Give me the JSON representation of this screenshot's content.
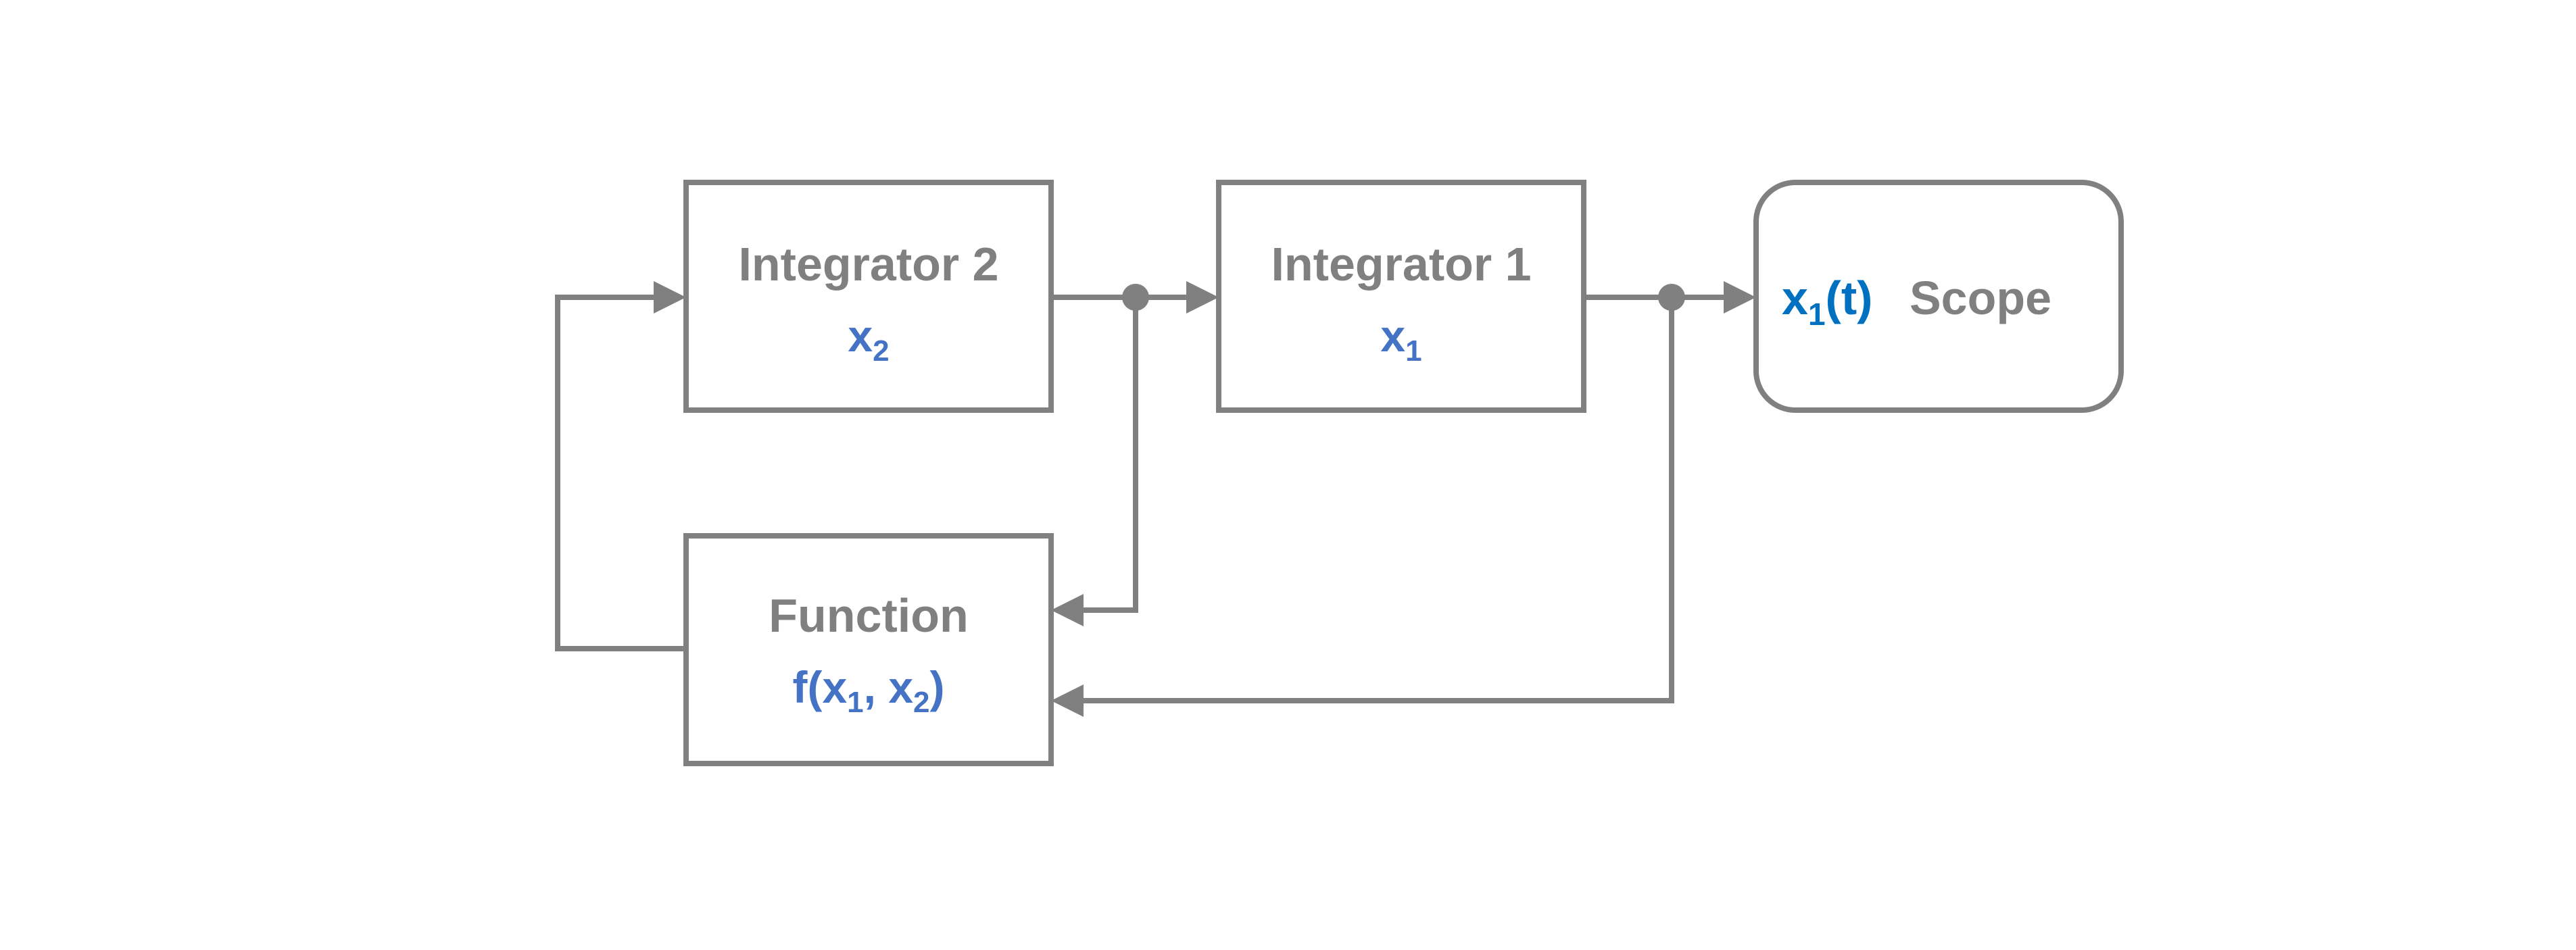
{
  "colors": {
    "stroke": "#808080",
    "title_text": "#808080",
    "variable_text": "#4472c4",
    "scope_variable_text": "#0070c0",
    "background": "#ffffff"
  },
  "blocks": {
    "integrator2": {
      "title": "Integrator 2",
      "var_main": "x",
      "var_sub": "2"
    },
    "integrator1": {
      "title": "Integrator 1",
      "var_main": "x",
      "var_sub": "1"
    },
    "function": {
      "title": "Function",
      "var_prefix": "f(x",
      "var_sub1": "1",
      "var_mid": ", x",
      "var_sub2": "2",
      "var_suffix": ")"
    },
    "scope": {
      "title": "Scope",
      "var_main": "x",
      "var_sub": "1",
      "var_suffix": "(t)"
    }
  }
}
